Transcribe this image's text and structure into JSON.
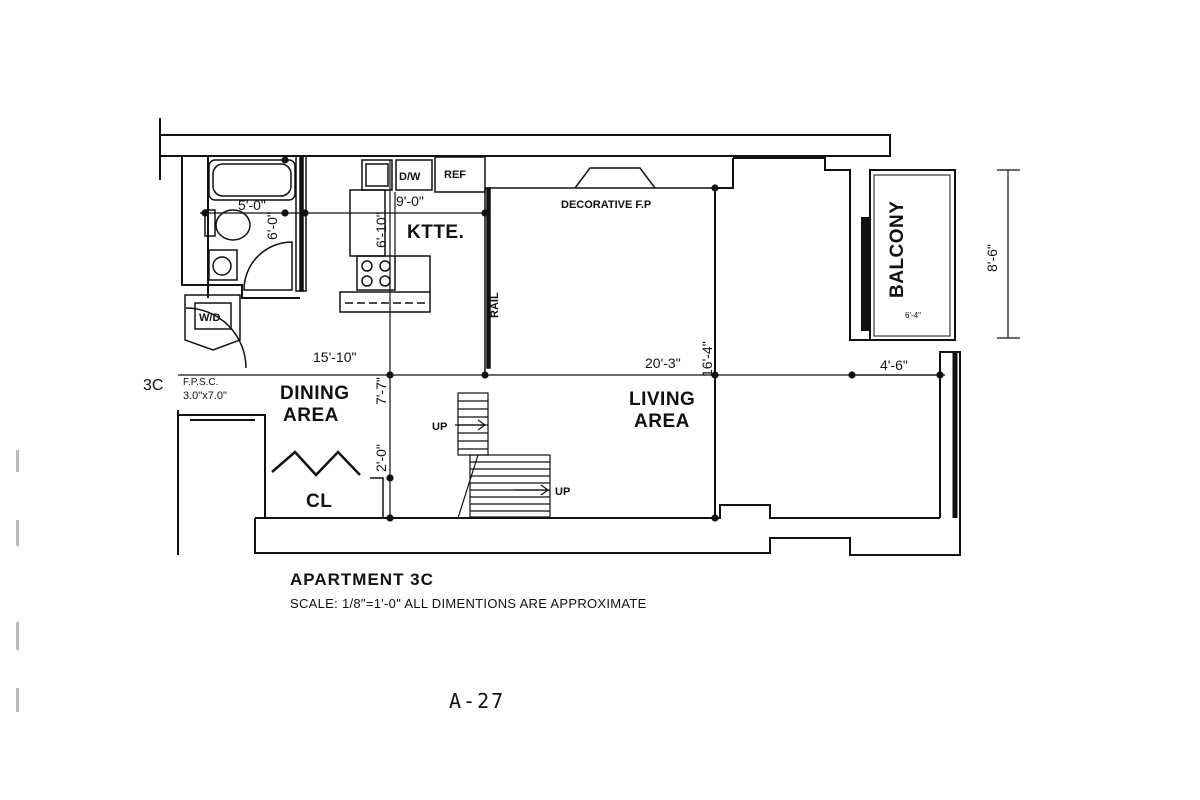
{
  "plan": {
    "unit_label": "3C",
    "rooms": {
      "kitchen": "KTTE.",
      "dining": [
        "DINING",
        "AREA"
      ],
      "living": [
        "LIVING",
        "AREA"
      ],
      "closet": "CL",
      "balcony": "BALCONY"
    },
    "fixtures": {
      "dishwasher": "D/W",
      "refrigerator": "REF",
      "washer_dryer": "W/D",
      "fireplace": "DECORATIVE F.P",
      "rail": "RAIL",
      "stairs_up_1": "UP",
      "stairs_up_2": "UP",
      "door_spec_1": "F.P.S.C.",
      "door_spec_2": "3.0\"x7.0\""
    },
    "dimensions": {
      "bath_1": "5'-0\"",
      "bath_2": "6'-0\"",
      "kitchen_1": "6'-10\"",
      "kitchen_2": "9'-0\"",
      "dining_width": "15'-10\"",
      "living_width": "20'-3\"",
      "living_depth": "16'-4\"",
      "balcony_depth": "4'-6\"",
      "balcony_length": "8'-6\"",
      "balcony_small": "6'-4\"",
      "dining_depth": "7'-7\"",
      "closet_depth": "2'-0\""
    }
  },
  "caption": {
    "title": "APARTMENT 3C",
    "scale": "SCALE: 1/8\"=1'-0\"   ALL DIMENTIONS ARE APPROXIMATE",
    "sheet": "A-27"
  }
}
